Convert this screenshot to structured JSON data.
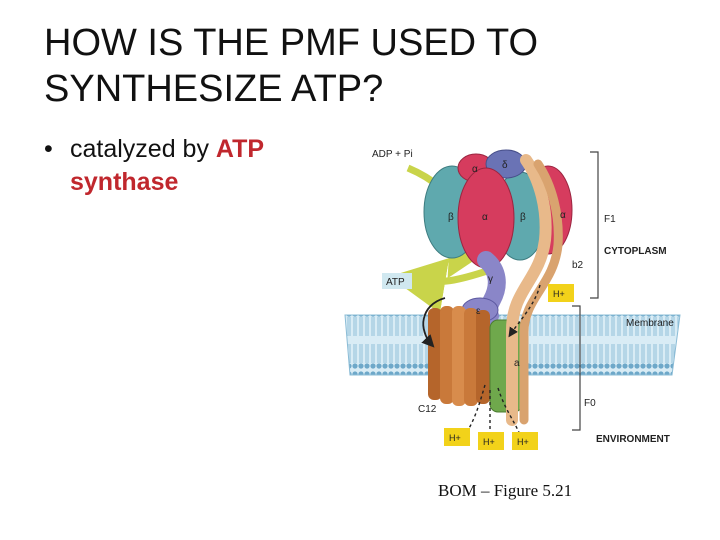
{
  "slide": {
    "title_line1": "HOW IS THE PMF USED TO",
    "title_line2": "SYNTHESIZE ATP?",
    "bullet": {
      "symbol": "•",
      "prefix": "catalyzed by ",
      "highlight_word1": "ATP",
      "highlight_word2": "synthase"
    },
    "caption": "BOM – Figure 5.21"
  },
  "figure": {
    "labels": {
      "adp_pi": "ADP + Pi",
      "alpha": "α",
      "delta": "δ",
      "beta": "β",
      "f1": "F1",
      "cytoplasm": "CYTOPLASM",
      "b2": "b2",
      "atp": "ATP",
      "gamma": "γ",
      "hplus": "H+",
      "epsilon": "ε",
      "membrane": "Membrane",
      "a": "a",
      "c12": "C12",
      "f0": "F0",
      "environment": "ENVIRONMENT"
    },
    "colors": {
      "title_text": "#111111",
      "highlight": "#c0272d",
      "alpha_subunit": "#d63c5e",
      "beta_subunit": "#5fa9ae",
      "stalk": "#e8b98a",
      "gamma_epsilon": "#8a86c8",
      "c_ring": "#c9793a",
      "a_subunit": "#6fa84c",
      "membrane": "#9ec7dd",
      "hplus_box": "#f2d21a"
    }
  }
}
